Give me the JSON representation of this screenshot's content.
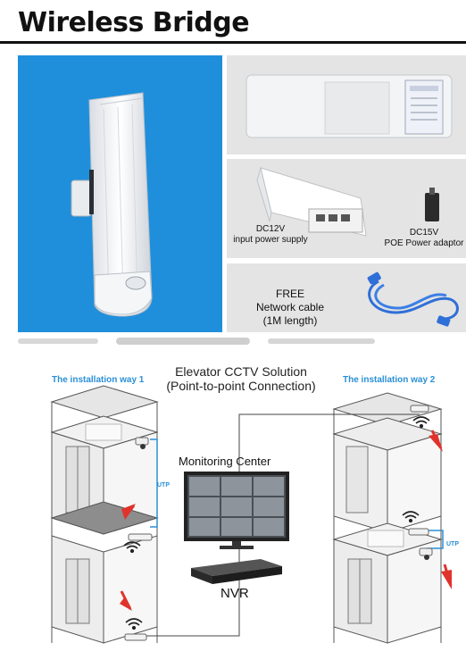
{
  "header": {
    "title": "Wireless Bridge"
  },
  "products": {
    "dc12v": {
      "line1": "DC12V",
      "line2": "input power supply"
    },
    "dc15v": {
      "line1": "DC15V",
      "line2": "POE Power adaptor"
    },
    "cable": {
      "line1": "FREE",
      "line2": "Network cable",
      "line3": "(1M length)"
    }
  },
  "diagram": {
    "title_line1": "Elevator CCTV Solution",
    "title_line2": "(Point-to-point Connection)",
    "way1": "The installation way 1",
    "way2": "The installation way 2",
    "monitoring_center": "Monitoring Center",
    "nvr": "NVR",
    "utp_left": "UTP",
    "utp_right": "UTP"
  },
  "colors": {
    "hero_blue": "#1f8fdc",
    "accent_blue": "#2a8fd6",
    "arrow_red": "#e0332b",
    "panel_gray": "#e4e4e4"
  }
}
